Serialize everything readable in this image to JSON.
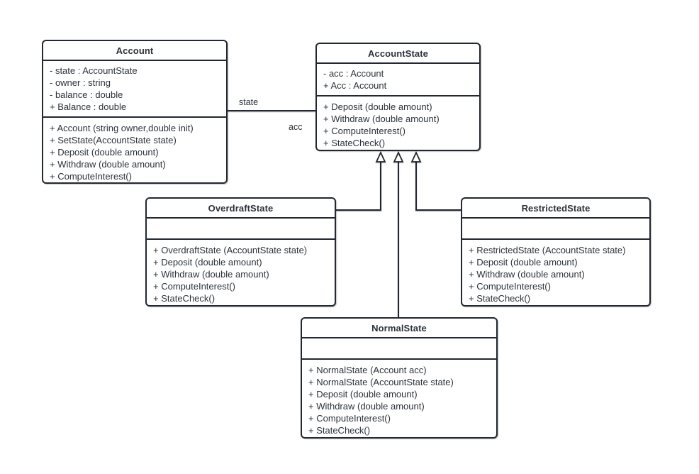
{
  "diagram": {
    "kind": "uml-class-diagram",
    "background_color": "#ffffff",
    "stroke_color": "#222831",
    "text_color": "#2b323a"
  },
  "classes": {
    "account": {
      "title": "Account",
      "attributes": [
        "- state : AccountState",
        "- owner : string",
        "- balance : double",
        "+ Balance : double"
      ],
      "methods": [
        "+ Account (string owner,double init)",
        "+ SetState(AccountState state)",
        "+ Deposit (double amount)",
        "+ Withdraw (double amount)",
        "+ ComputeInterest()"
      ]
    },
    "account_state": {
      "title": "AccountState",
      "attributes": [
        "- acc : Account",
        "+ Acc : Account"
      ],
      "methods": [
        "+ Deposit (double amount)",
        "+ Withdraw (double amount)",
        "+ ComputeInterest()",
        "+ StateCheck()"
      ]
    },
    "overdraft_state": {
      "title": "OverdraftState",
      "attributes": [],
      "methods": [
        "+ OverdraftState (AccountState state)",
        "+ Deposit (double amount)",
        "+ Withdraw (double amount)",
        "+ ComputeInterest()",
        "+ StateCheck()"
      ]
    },
    "restricted_state": {
      "title": "RestrictedState",
      "attributes": [],
      "methods": [
        "+ RestrictedState (AccountState state)",
        "+ Deposit (double amount)",
        "+ Withdraw (double amount)",
        "+ ComputeInterest()",
        "+ StateCheck()"
      ]
    },
    "normal_state": {
      "title": "NormalState",
      "attributes": [],
      "methods": [
        "+ NormalState (Account acc)",
        "+ NormalState (AccountState state)",
        "+ Deposit (double amount)",
        "+ Withdraw (double amount)",
        "+ ComputeInterest()",
        "+ StateCheck()"
      ]
    }
  },
  "relationships": {
    "association": {
      "from": "Account",
      "to": "AccountState",
      "source_label": "state",
      "target_label": "acc"
    },
    "generalizations": [
      {
        "from": "OverdraftState",
        "to": "AccountState"
      },
      {
        "from": "NormalState",
        "to": "AccountState"
      },
      {
        "from": "RestrictedState",
        "to": "AccountState"
      }
    ]
  }
}
